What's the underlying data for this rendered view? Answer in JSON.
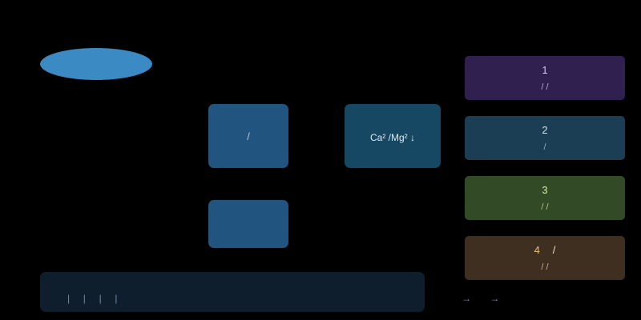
{
  "diagram": {
    "main_nodes": {
      "ellipse": "",
      "box_a": "/",
      "box_b": "Ca² /Mg² ↓",
      "box_c": ""
    },
    "panels": [
      {
        "num": "1",
        "extra": "",
        "sub": "/   /"
      },
      {
        "num": "2",
        "extra": "",
        "sub": "/"
      },
      {
        "num": "3",
        "extra": "",
        "sub": "/   /"
      },
      {
        "num": "4",
        "extra": "/",
        "sub": "/     /"
      }
    ],
    "bottom_bar": "|     |     |     |",
    "arrows": "→       →",
    "colors": {
      "background": "#000000",
      "ellipse": "#3c8ac4",
      "box": "#21557f",
      "box_b": "#164863",
      "panel_1": "#302050",
      "panel_2": "#1c3e54",
      "panel_3": "#334a26",
      "panel_4": "#3e2f20",
      "bottom_bar": "#0f1e2c"
    }
  }
}
